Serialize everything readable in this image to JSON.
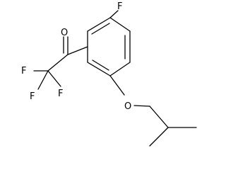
{
  "molecule": {
    "atoms": {
      "fluorine_ring": "F",
      "oxygen_carbonyl": "O",
      "fluorine_cf3_1": "F",
      "fluorine_cf3_2": "F",
      "fluorine_cf3_3": "F",
      "oxygen_ether": "O"
    },
    "colors": {
      "bond": "#000000",
      "text": "#000000",
      "background": "#ffffff"
    }
  }
}
